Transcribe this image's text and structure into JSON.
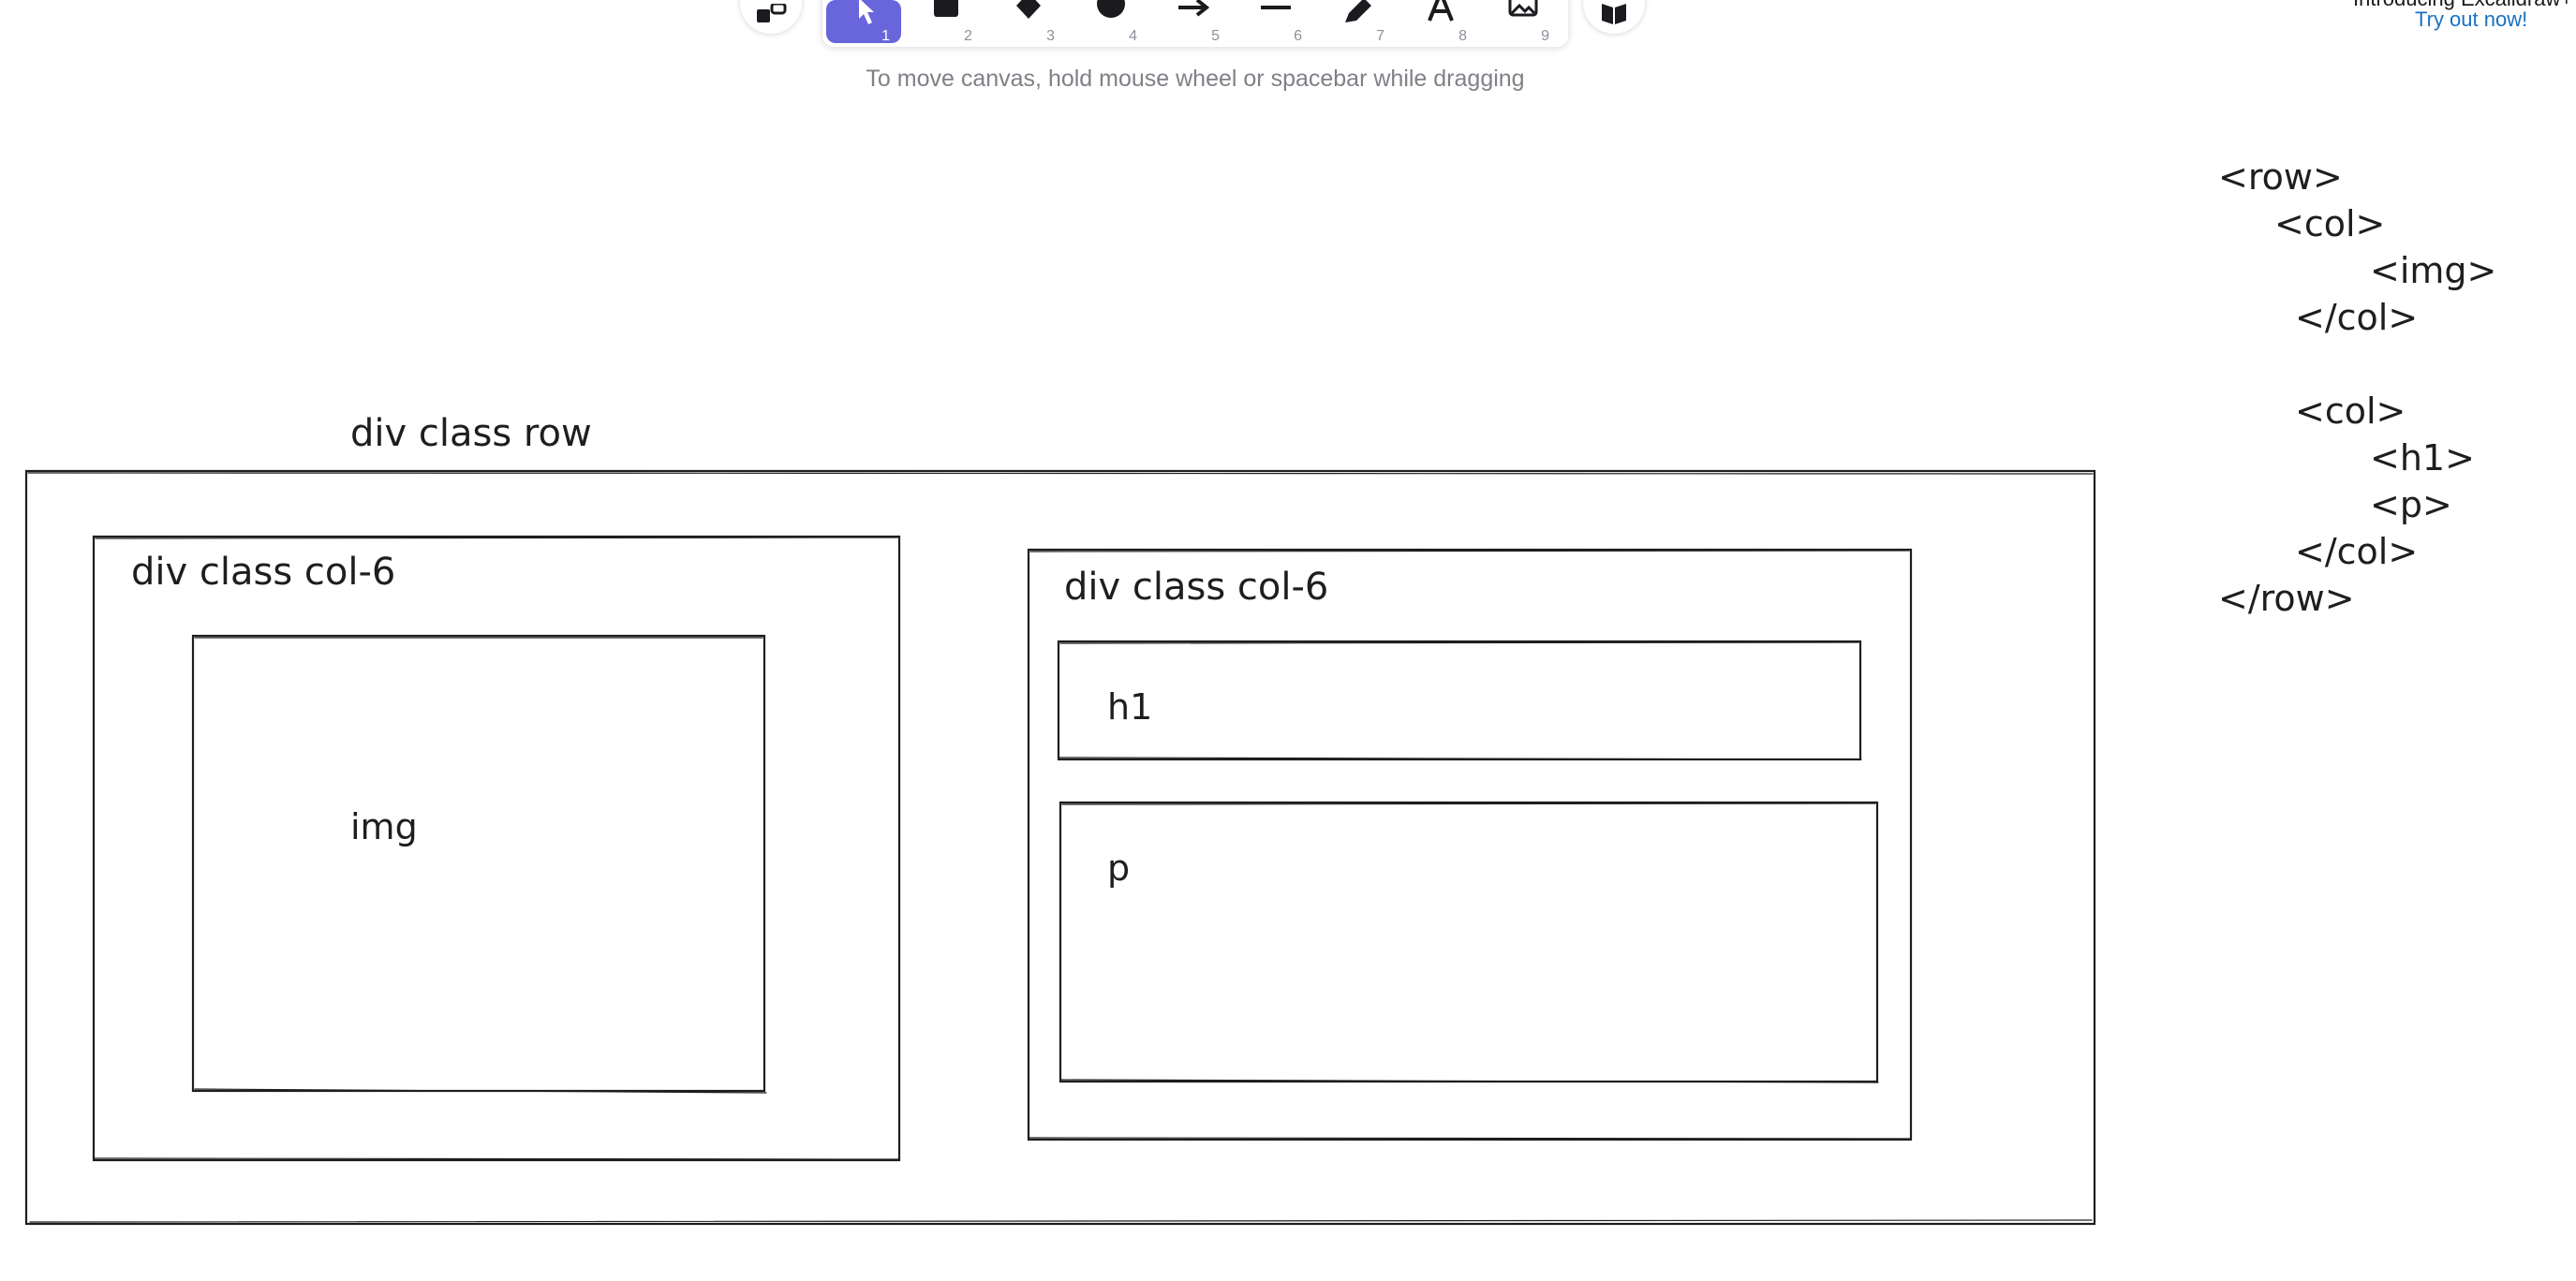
{
  "toolbar": {
    "tools": [
      {
        "name": "selection-tool",
        "key": "1",
        "icon": "pointer-icon",
        "active": true
      },
      {
        "name": "rectangle-tool",
        "key": "2",
        "icon": "rectangle-icon",
        "active": false
      },
      {
        "name": "diamond-tool",
        "key": "3",
        "icon": "diamond-icon",
        "active": false
      },
      {
        "name": "ellipse-tool",
        "key": "4",
        "icon": "ellipse-icon",
        "active": false
      },
      {
        "name": "arrow-tool",
        "key": "5",
        "icon": "arrow-icon",
        "active": false
      },
      {
        "name": "line-tool",
        "key": "6",
        "icon": "line-icon",
        "active": false
      },
      {
        "name": "draw-tool",
        "key": "7",
        "icon": "pencil-icon",
        "active": false
      },
      {
        "name": "text-tool",
        "key": "8",
        "icon": "text-icon",
        "active": false
      },
      {
        "name": "image-tool",
        "key": "9",
        "icon": "image-icon",
        "active": false
      }
    ],
    "hint": "To move canvas, hold mouse wheel or spacebar while dragging",
    "accent": "#6965db"
  },
  "promo": {
    "text": "Introducing Excalidraw+",
    "link": "Try out now!"
  },
  "canvas": {
    "row_label": "div class row",
    "col1_label": "div class col-6",
    "col2_label": "div class col-6",
    "img_label": "img",
    "h1_label": "h1",
    "p_label": "p",
    "code": [
      "<row>",
      "<col>",
      "<img>",
      "</col>",
      "<col>",
      "<h1>",
      "<p>",
      "</col>",
      "</row>"
    ]
  }
}
